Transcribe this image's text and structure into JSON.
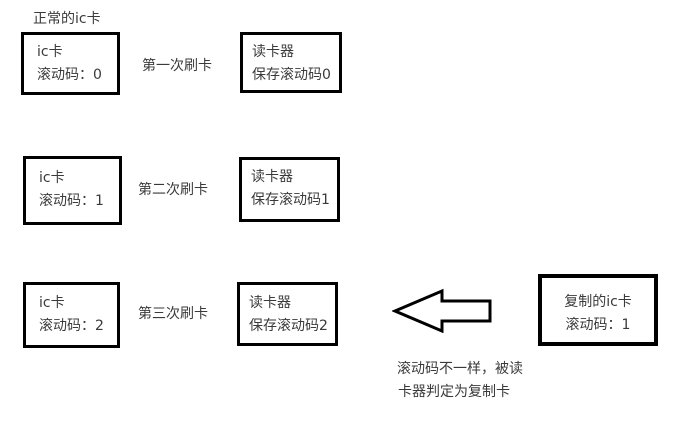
{
  "colors": {
    "background": "#ffffff",
    "text": "#3a3a3a",
    "border": "#000000",
    "arrow_fill": "#ffffff",
    "arrow_stroke": "#000000"
  },
  "title": "正常的ic卡",
  "rows": [
    {
      "card": {
        "line1": "ic卡",
        "line2": "滚动码：0"
      },
      "action": "第一次刷卡",
      "reader": {
        "line1": "读卡器",
        "line2": "保存滚动码0"
      }
    },
    {
      "card": {
        "line1": "ic卡",
        "line2": "滚动码：1"
      },
      "action": "第二次刷卡",
      "reader": {
        "line1": "读卡器",
        "line2": "保存滚动码1"
      }
    },
    {
      "card": {
        "line1": "ic卡",
        "line2": "滚动码：2"
      },
      "action": "第三次刷卡",
      "reader": {
        "line1": "读卡器",
        "line2": "保存滚动码2"
      }
    }
  ],
  "cloned_card": {
    "line1": "复制的ic卡",
    "line2": "滚动码：1"
  },
  "caption": {
    "line1": "滚动码不一样，被读",
    "line2": "卡器判定为复制卡"
  },
  "icons": {
    "arrow": "left-block-arrow"
  }
}
